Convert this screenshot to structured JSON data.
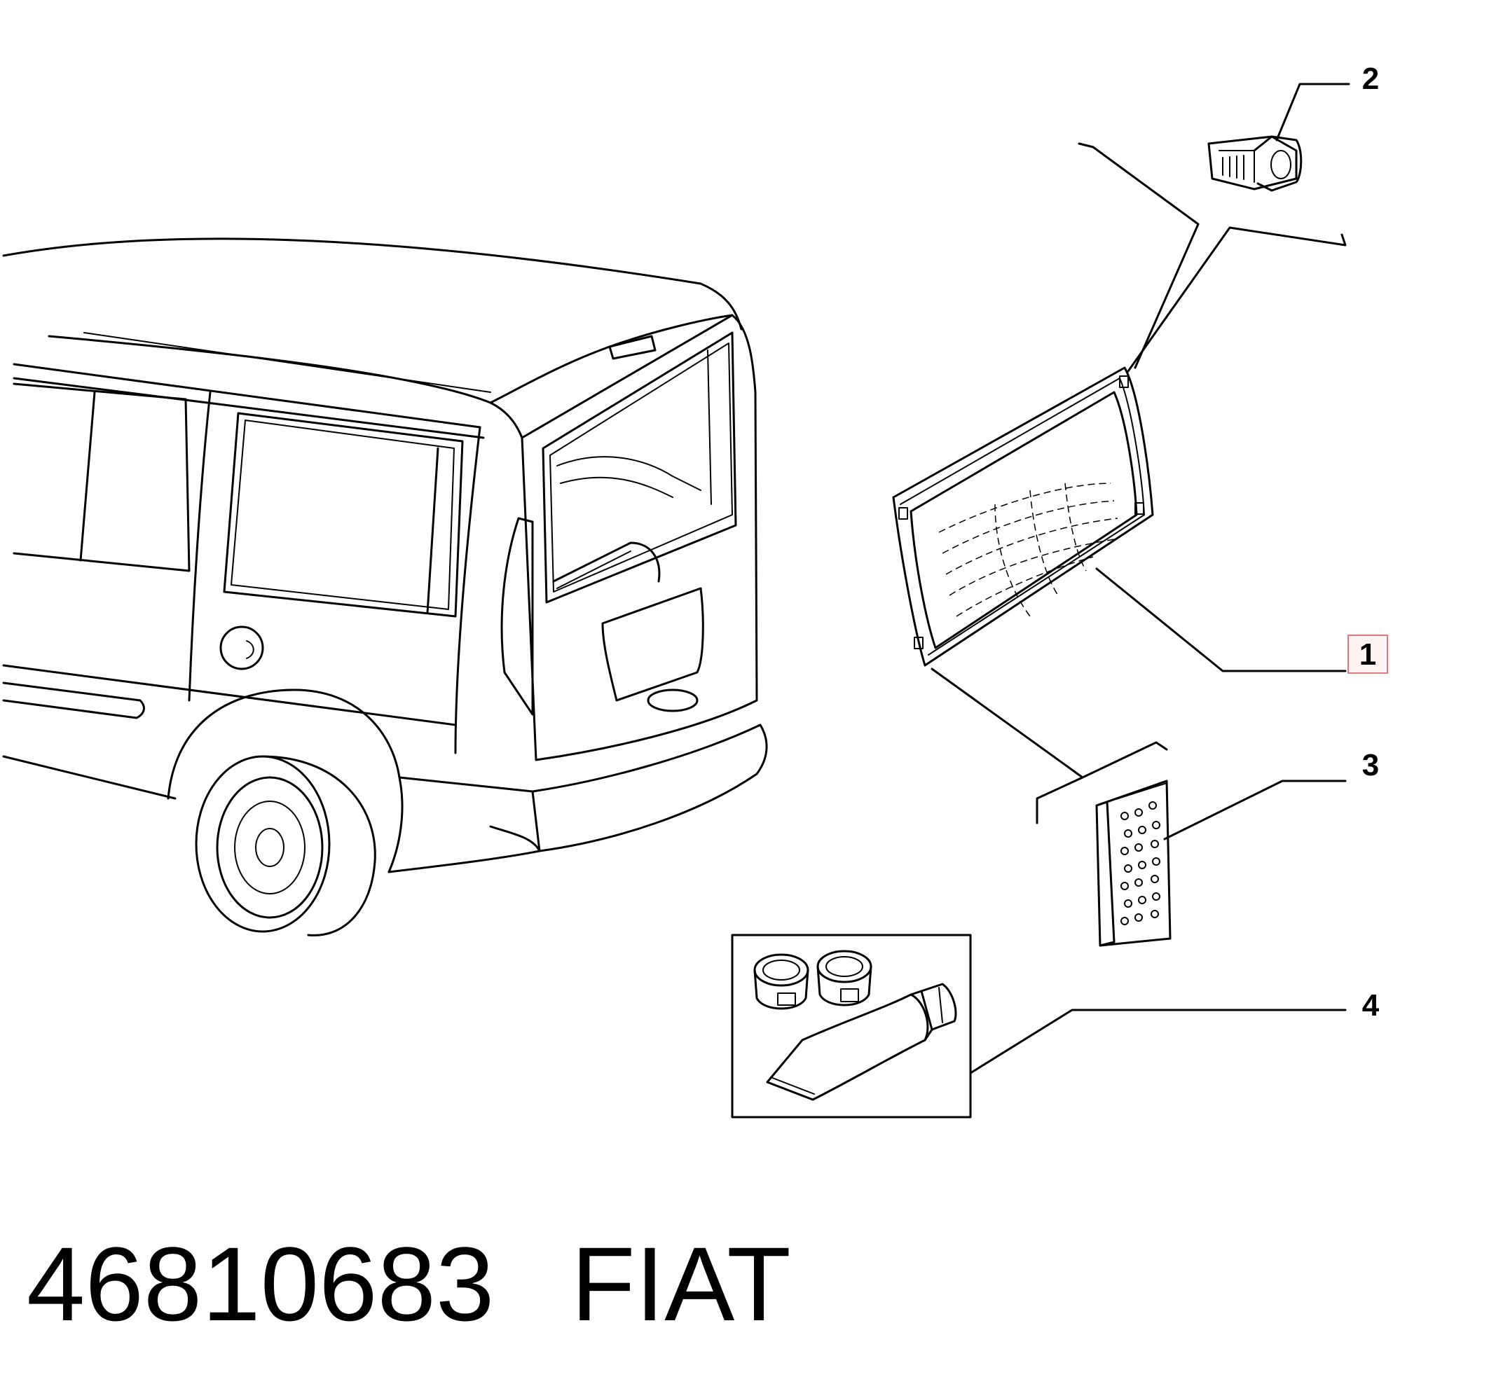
{
  "callouts": [
    {
      "id": "1",
      "highlighted": true
    },
    {
      "id": "2",
      "highlighted": false
    },
    {
      "id": "3",
      "highlighted": false
    },
    {
      "id": "4",
      "highlighted": false
    }
  ],
  "caption": {
    "part_number": "46810683",
    "brand": "FIAT"
  },
  "colors": {
    "line": "#000000",
    "highlight_border": "#e07a7a",
    "highlight_fill": "#fff4f4"
  },
  "icons": [
    "van-rear-view",
    "rear-window-glass",
    "window-clip",
    "spacer-pad",
    "adhesive-kit"
  ]
}
